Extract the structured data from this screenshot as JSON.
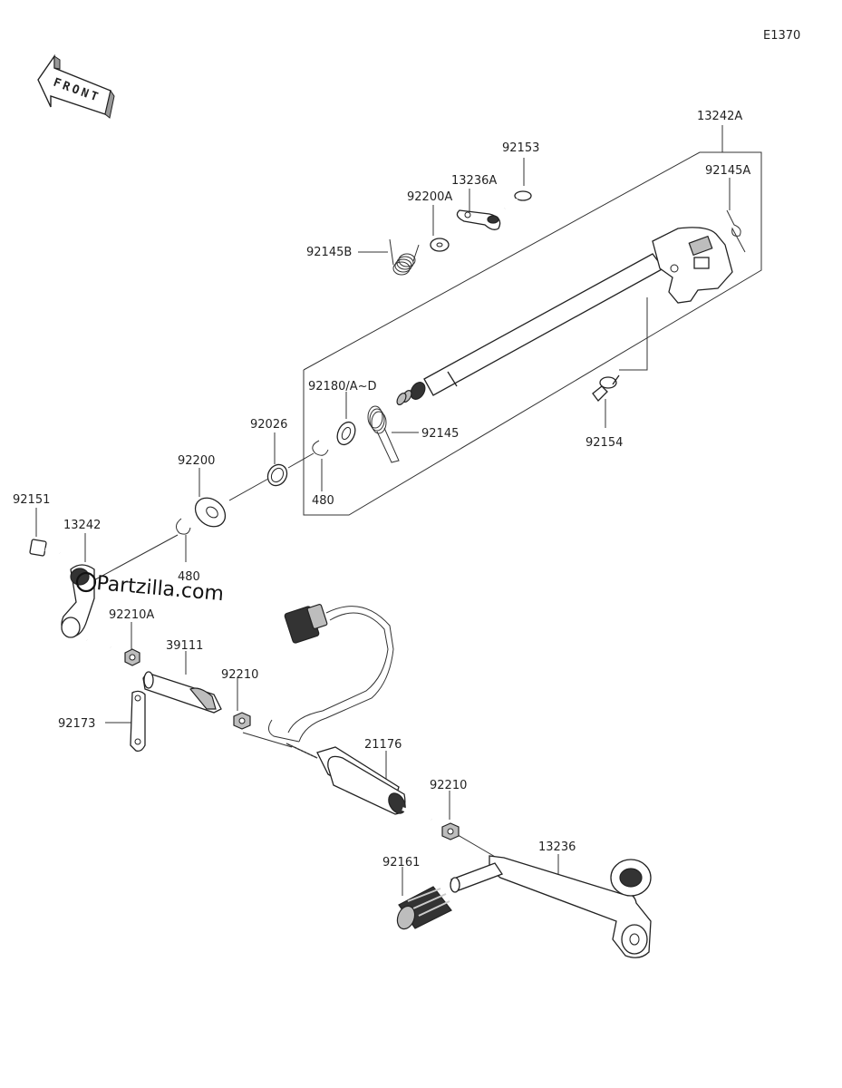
{
  "diagram_code": "E1370",
  "front_label": "FRONT",
  "watermark": "Partzilla.com",
  "labels": {
    "p13242A": "13242A",
    "p92153": "92153",
    "p13236A": "13236A",
    "p92145A": "92145A",
    "p92200A": "92200A",
    "p92145B": "92145B",
    "p92180": "92180/A~D",
    "p92145": "92145",
    "p92154": "92154",
    "p92026": "92026",
    "p92200": "92200",
    "p480a": "480",
    "p480b": "480",
    "p92151": "92151",
    "p13242": "13242",
    "p92210A": "92210A",
    "p39111": "39111",
    "p92210a": "92210",
    "p92173": "92173",
    "p21176": "21176",
    "p92210b": "92210",
    "p13236": "13236",
    "p92161": "92161"
  }
}
